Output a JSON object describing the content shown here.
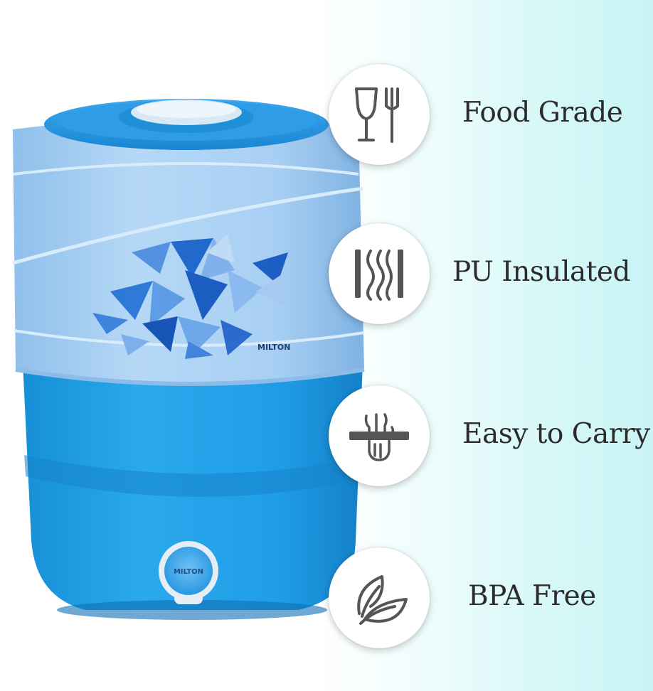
{
  "product": {
    "brand_body": "MILTON",
    "brand_tap": "MILTON"
  },
  "features": [
    {
      "label": "Food Grade",
      "icon": "food-grade-icon"
    },
    {
      "label": "PU Insulated",
      "icon": "insulation-icon"
    },
    {
      "label": "Easy to Carry",
      "icon": "hand-carry-icon"
    },
    {
      "label": "BPA Free",
      "icon": "leaf-icon"
    }
  ],
  "colors": {
    "body_light": "#a9cff2",
    "body_dark": "#1ea0e6",
    "accent": "#1b6fd1"
  }
}
